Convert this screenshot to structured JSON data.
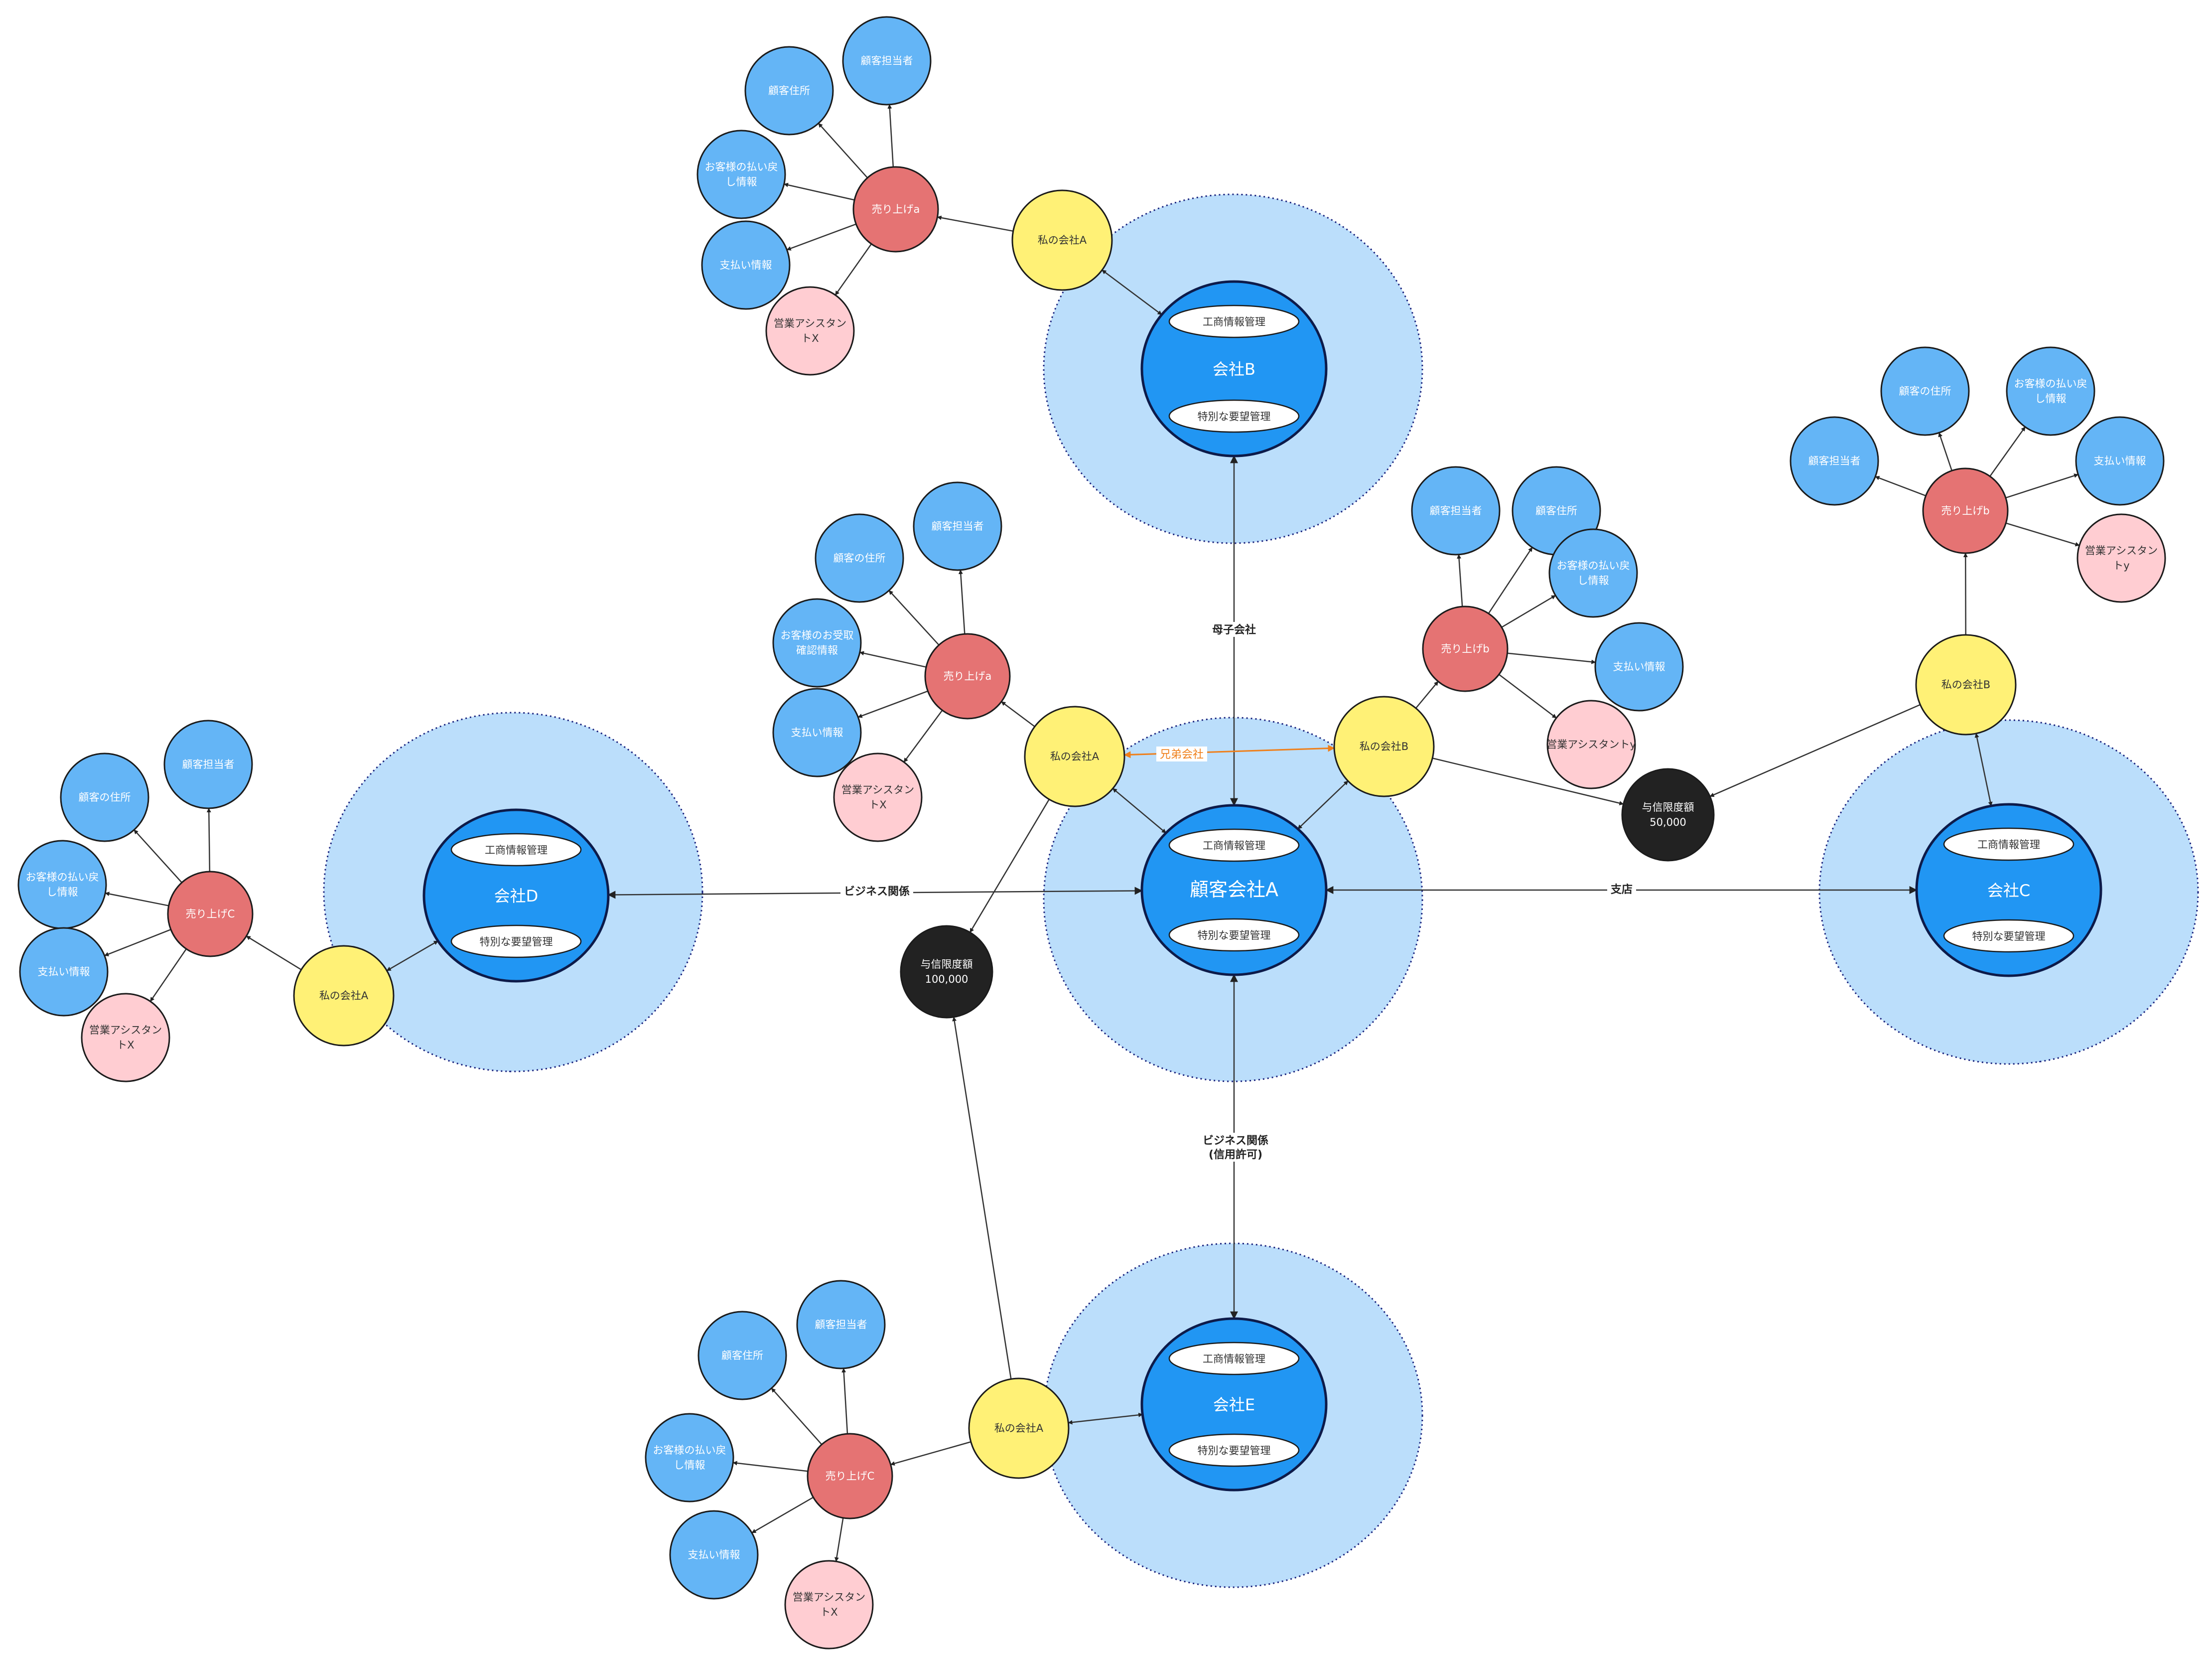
{
  "colors": {
    "zone_fill": "#bbdefb",
    "zone_stroke": "#1a237e",
    "hub_fill": "#2196f3",
    "hub_stroke": "#0d1b4a",
    "yellow": "#fff176",
    "red": "#e57373",
    "blue": "#64b5f6",
    "pink": "#ffcdd2",
    "black": "#222222",
    "orange": "#ef7f1a",
    "edge": "#333333",
    "text_dark": "#333333",
    "text_light": "#ffffff"
  },
  "hubs": [
    {
      "id": "hubA",
      "label": "顧客会社A",
      "top": "工商情報管理",
      "bottom": "特別な要望管理"
    },
    {
      "id": "hubB",
      "label": "会社B",
      "top": "工商情報管理",
      "bottom": "特別な要望管理"
    },
    {
      "id": "hubC",
      "label": "会社C",
      "top": "工商情報管理",
      "bottom": "特別な要望管理"
    },
    {
      "id": "hubD",
      "label": "会社D",
      "top": "工商情報管理",
      "bottom": "特別な要望管理"
    },
    {
      "id": "hubE",
      "label": "会社E",
      "top": "工商情報管理",
      "bottom": "特別な要望管理"
    }
  ],
  "nodes": [
    {
      "id": "yB",
      "kind": "yellow",
      "lines": [
        "私の会社A"
      ]
    },
    {
      "id": "rB",
      "kind": "red",
      "lines": [
        "売り上げa"
      ]
    },
    {
      "id": "b1",
      "kind": "blue",
      "lines": [
        "顧客担当者"
      ]
    },
    {
      "id": "b2",
      "kind": "blue",
      "lines": [
        "顧客住所"
      ]
    },
    {
      "id": "b3",
      "kind": "blue",
      "lines": [
        "お客様の払い戻",
        "し情報"
      ]
    },
    {
      "id": "b4",
      "kind": "blue",
      "lines": [
        "支払い情報"
      ]
    },
    {
      "id": "pB",
      "kind": "pink",
      "lines": [
        "営業アシスタン",
        "トX"
      ]
    },
    {
      "id": "yA1",
      "kind": "yellow",
      "lines": [
        "私の会社A"
      ]
    },
    {
      "id": "rA1",
      "kind": "red",
      "lines": [
        "売り上げa"
      ]
    },
    {
      "id": "a1",
      "kind": "blue",
      "lines": [
        "顧客担当者"
      ]
    },
    {
      "id": "a2",
      "kind": "blue",
      "lines": [
        "顧客の住所"
      ]
    },
    {
      "id": "a3",
      "kind": "blue",
      "lines": [
        "お客様のお受取",
        "確認情報"
      ]
    },
    {
      "id": "a4",
      "kind": "blue",
      "lines": [
        "支払い情報"
      ]
    },
    {
      "id": "pA1",
      "kind": "pink",
      "lines": [
        "営業アシスタン",
        "トX"
      ]
    },
    {
      "id": "yA2",
      "kind": "yellow",
      "lines": [
        "私の会社B"
      ]
    },
    {
      "id": "rA2",
      "kind": "red",
      "lines": [
        "売り上げb"
      ]
    },
    {
      "id": "c1",
      "kind": "blue",
      "lines": [
        "顧客担当者"
      ]
    },
    {
      "id": "c2",
      "kind": "blue",
      "lines": [
        "顧客住所"
      ]
    },
    {
      "id": "c3",
      "kind": "blue",
      "lines": [
        "お客様の払い戻",
        "し情報"
      ]
    },
    {
      "id": "c4",
      "kind": "blue",
      "lines": [
        "支払い情報"
      ]
    },
    {
      "id": "pA2",
      "kind": "pink",
      "lines": [
        "営業アシスタントy"
      ]
    },
    {
      "id": "yC",
      "kind": "yellow",
      "lines": [
        "私の会社B"
      ]
    },
    {
      "id": "rC",
      "kind": "red",
      "lines": [
        "売り上げb"
      ]
    },
    {
      "id": "e1",
      "kind": "blue",
      "lines": [
        "顧客の住所"
      ]
    },
    {
      "id": "e2",
      "kind": "blue",
      "lines": [
        "お客様の払い戻",
        "し情報"
      ]
    },
    {
      "id": "e3",
      "kind": "blue",
      "lines": [
        "顧客担当者"
      ]
    },
    {
      "id": "e4",
      "kind": "blue",
      "lines": [
        "支払い情報"
      ]
    },
    {
      "id": "pC",
      "kind": "pink",
      "lines": [
        "営業アシスタン",
        "トy"
      ]
    },
    {
      "id": "yD",
      "kind": "yellow",
      "lines": [
        "私の会社A"
      ]
    },
    {
      "id": "rD",
      "kind": "red",
      "lines": [
        "売り上げC"
      ]
    },
    {
      "id": "d1",
      "kind": "blue",
      "lines": [
        "顧客担当者"
      ]
    },
    {
      "id": "d2",
      "kind": "blue",
      "lines": [
        "顧客の住所"
      ]
    },
    {
      "id": "d3",
      "kind": "blue",
      "lines": [
        "お客様の払い戻",
        "し情報"
      ]
    },
    {
      "id": "d4",
      "kind": "blue",
      "lines": [
        "支払い情報"
      ]
    },
    {
      "id": "pD",
      "kind": "pink",
      "lines": [
        "営業アシスタン",
        "トX"
      ]
    },
    {
      "id": "yE",
      "kind": "yellow",
      "lines": [
        "私の会社A"
      ]
    },
    {
      "id": "rE",
      "kind": "red",
      "lines": [
        "売り上げC"
      ]
    },
    {
      "id": "f1",
      "kind": "blue",
      "lines": [
        "顧客担当者"
      ]
    },
    {
      "id": "f2",
      "kind": "blue",
      "lines": [
        "顧客住所"
      ]
    },
    {
      "id": "f3",
      "kind": "blue",
      "lines": [
        "お客様の払い戻",
        "し情報"
      ]
    },
    {
      "id": "f4",
      "kind": "blue",
      "lines": [
        "支払い情報"
      ]
    },
    {
      "id": "pE",
      "kind": "pink",
      "lines": [
        "営業アシスタン",
        "トX"
      ]
    },
    {
      "id": "k1",
      "kind": "black",
      "lines": [
        "与信限度額",
        "50,000"
      ]
    },
    {
      "id": "k2",
      "kind": "black",
      "lines": [
        "与信限度額",
        "100,000"
      ]
    }
  ],
  "edge_labels": {
    "parent_child": "母子会社",
    "business_d": "ビジネス関係",
    "branch_c": "支店",
    "business_e": [
      "ビジネス関係",
      "(信用許可)"
    ],
    "sibling": "兄弟会社"
  }
}
